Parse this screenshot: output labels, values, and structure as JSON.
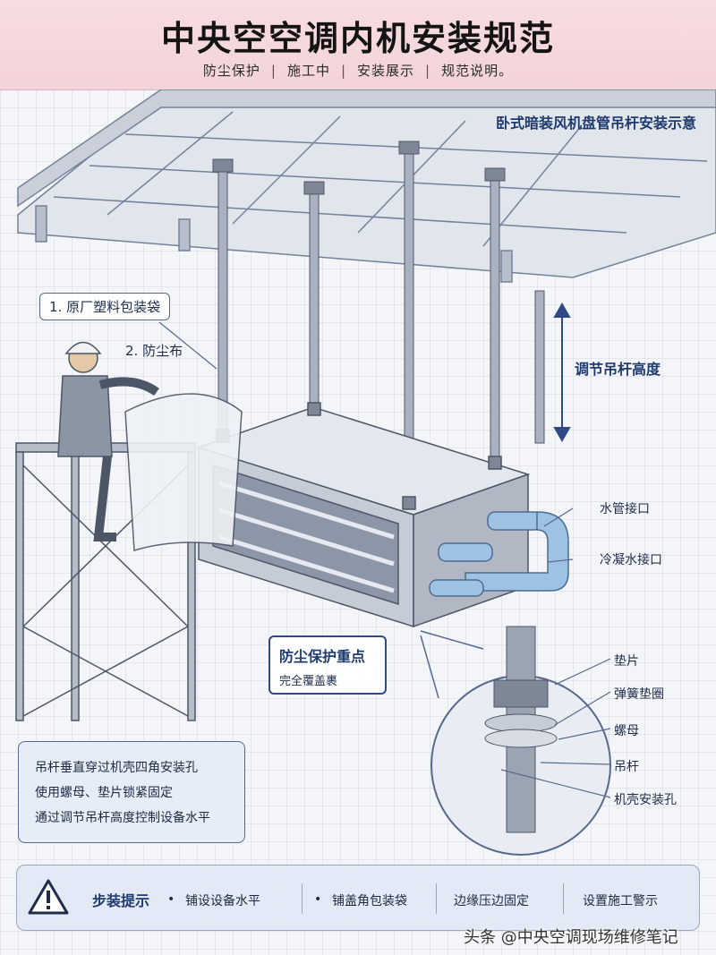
{
  "header": {
    "title": "中央空空调内机安装规范",
    "subtitle_items": [
      "防尘保护",
      "施工中",
      "安装展示",
      "规范说明。"
    ]
  },
  "diagram": {
    "title": "卧式暗装风机盘管吊杆安装示意",
    "callouts": {
      "plastic_bag": "1. 原厂塑料包装袋",
      "dust_cloth": "2. 防尘布",
      "rod_height": "调节吊杆高度",
      "water_pipe": "水管接口",
      "condensate": "冷凝水接口",
      "dust_focus_title": "防尘保护重点",
      "dust_focus_sub": "完全覆盖裹"
    },
    "detail_labels": {
      "washer": "垫片",
      "spring_washer": "弹簧垫圈",
      "nut": "螺母",
      "rod": "吊杆",
      "mount_hole": "机壳安装孔"
    }
  },
  "notes": [
    "吊杆垂直穿过机壳四角安装孔",
    "使用螺母、垫片锁紧固定",
    "通过调节吊杆高度控制设备水平"
  ],
  "tips": {
    "title": "步装提示",
    "items": [
      "铺设设备水平",
      "铺盖角包装袋",
      "边缘压边固定",
      "设置施工警示"
    ]
  },
  "watermark": "头条 @中央空调现场维修笔记",
  "colors": {
    "header_bg": "#f3d3d8",
    "accent": "#1f3a6e",
    "line": "#56698c",
    "pipe": "#8fb6dc"
  },
  "icons": [
    "warning-icon",
    "up-down-arrow-icon"
  ]
}
